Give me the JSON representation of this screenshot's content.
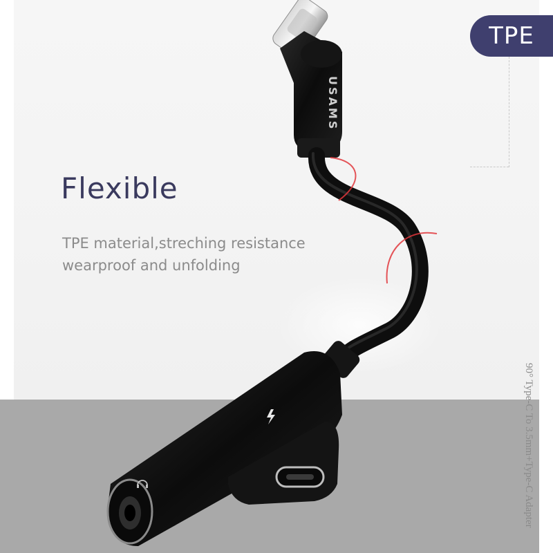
{
  "badge": {
    "label": "TPE",
    "color": "#3f3f6e"
  },
  "heading": "Flexible",
  "description": {
    "line1": "TPE material,streching resistance",
    "line2": "wearproof and unfolding"
  },
  "side_caption": "90° Type-C To 3.5mm+Type-C Adapter",
  "brand": "USAMS",
  "colors": {
    "title": "#3a3a5e",
    "accent_arc": "#e0363b",
    "product": "#111111"
  },
  "icons": [
    "lightning-icon",
    "headphone-icon"
  ]
}
